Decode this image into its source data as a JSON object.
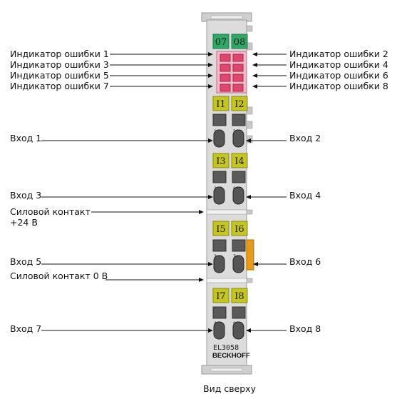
{
  "module": {
    "model": "EL3058",
    "brand": "BECKHOFF",
    "led_labels": [
      "07",
      "08"
    ],
    "channel_labels": [
      [
        "I1",
        "I2"
      ],
      [
        "I3",
        "I4"
      ],
      [
        "I5",
        "I6"
      ],
      [
        "I7",
        "I8"
      ]
    ],
    "terminal_numbers": [
      [
        "1",
        "5"
      ],
      [
        "2",
        "6"
      ],
      [
        "3",
        "7"
      ],
      [
        "4",
        "8"
      ]
    ],
    "colors": {
      "housing": "#dcdcdc",
      "led_green": "#2ea865",
      "error_led": "#e0476e",
      "channel_yellow": "#c4c520",
      "orange_tab": "#e89a1a"
    }
  },
  "labels": {
    "left": {
      "error1": "Индикатор ошибки 1",
      "error3": "Индикатор ошибки 3",
      "error5": "Индикатор ошибки 5",
      "error7": "Индикатор ошибки 7",
      "input1": "Вход 1",
      "input3": "Вход 3",
      "power24_line1": "Силовой контакт",
      "power24_line2": "+24 В",
      "input5": "Вход 5",
      "power0": "Силовой контакт 0 В",
      "input7": "Вход 7"
    },
    "right": {
      "error2": "Индикатор ошибки 2",
      "error4": "Индикатор ошибки 4",
      "error6": "Индикатор ошибки 6",
      "error8": "Индикатор ошибки 8",
      "input2": "Вход 2",
      "input4": "Вход 4",
      "input6": "Вход 6",
      "input8": "Вход 8"
    },
    "caption": "Вид сверху"
  }
}
